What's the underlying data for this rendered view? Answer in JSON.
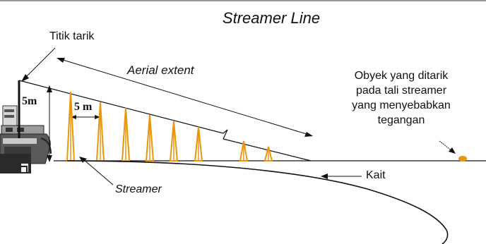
{
  "title": "Streamer Line",
  "labels": {
    "aerial_extent": "Aerial extent",
    "titik_tarik": "Titik tarik",
    "height_5m": "5m",
    "spacing_5m": "5 m",
    "obyek_line1": "Obyek yang ditarik",
    "obyek_line2": "pada tali streamer",
    "obyek_line3": "yang menyebabkan",
    "obyek_line4": "tegangan",
    "streamer": "Streamer",
    "kait": "Kait"
  },
  "colors": {
    "pole": "#E8960C",
    "line": "#000000",
    "object": "#E8960C",
    "ship_dark": "#2a2a2a",
    "ship_grey": "#8a8a8a"
  },
  "icons": {
    "ship": "fishing-vessel-icon",
    "towed_object": "towed-object-icon",
    "hook": "hook-icon"
  }
}
